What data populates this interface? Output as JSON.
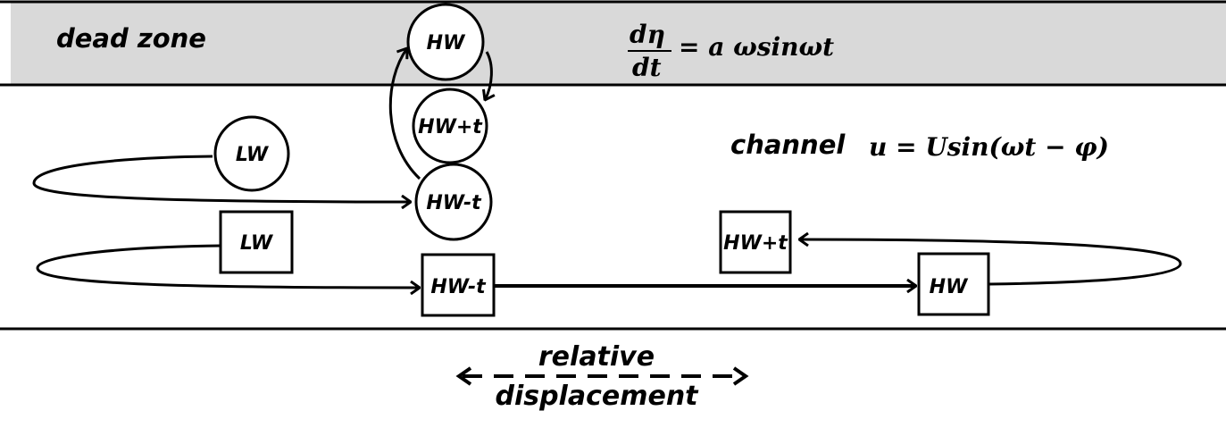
{
  "zones": {
    "dead_zone": {
      "label": "dead zone",
      "equation": {
        "numerator": "dη",
        "denominator": "dt",
        "rhs": "= a ωsinωt"
      },
      "fill": "#d9d9d9"
    },
    "channel": {
      "label": "channel",
      "equation": "u = Usin(ωt − φ)"
    }
  },
  "circles": {
    "hw": "HW",
    "hw_plus_t": "HW+t",
    "hw_minus_t": "HW-t",
    "lw": "LW"
  },
  "squares": {
    "lw": "LW",
    "hw_minus_t": "HW-t",
    "hw_plus_t": "HW+t",
    "hw": "HW"
  },
  "legend": {
    "line1": "relative",
    "line2": "displacement"
  }
}
